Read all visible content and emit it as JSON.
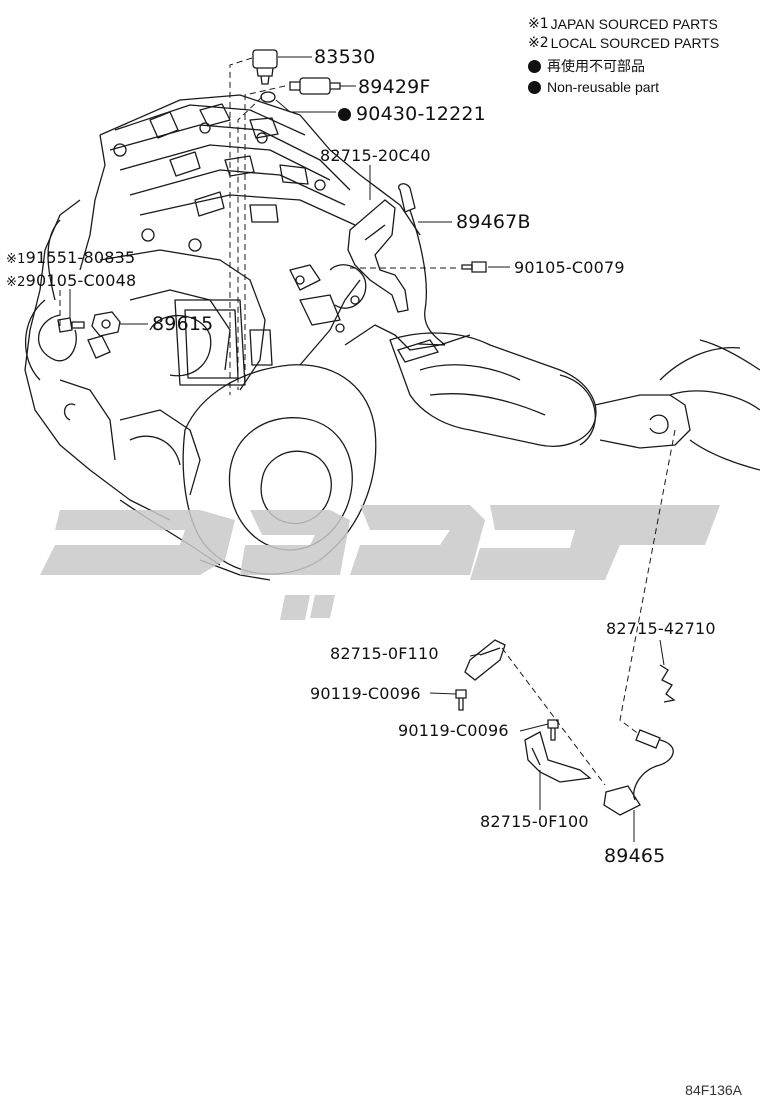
{
  "legend": {
    "note1_mark": "※1",
    "note1_text": "JAPAN SOURCED PARTS",
    "note2_mark": "※2",
    "note2_text": "LOCAL SOURCED PARTS",
    "nonreusable_jp": "再使用不可部品",
    "nonreusable_en": "Non-reusable part"
  },
  "parts": {
    "p83530": "83530",
    "p89429F": "89429F",
    "p90430": "90430-12221",
    "p82715_20C40": "82715-20C40",
    "p89467B": "89467B",
    "p90105_C0079": "90105-C0079",
    "p91551_mark": "※1",
    "p91551": "91551-80835",
    "p90105_C0048_mark": "※2",
    "p90105_C0048": "90105-C0048",
    "p89615": "89615",
    "p82715_42710": "82715-42710",
    "p82715_0F110": "82715-0F110",
    "p90119_a": "90119-C0096",
    "p90119_b": "90119-C0096",
    "p82715_0F100": "82715-0F100",
    "p89465": "89465"
  },
  "diagram_code": "84F136A",
  "colors": {
    "line": "#1a1a1a",
    "watermark": "#c9c9c9"
  }
}
